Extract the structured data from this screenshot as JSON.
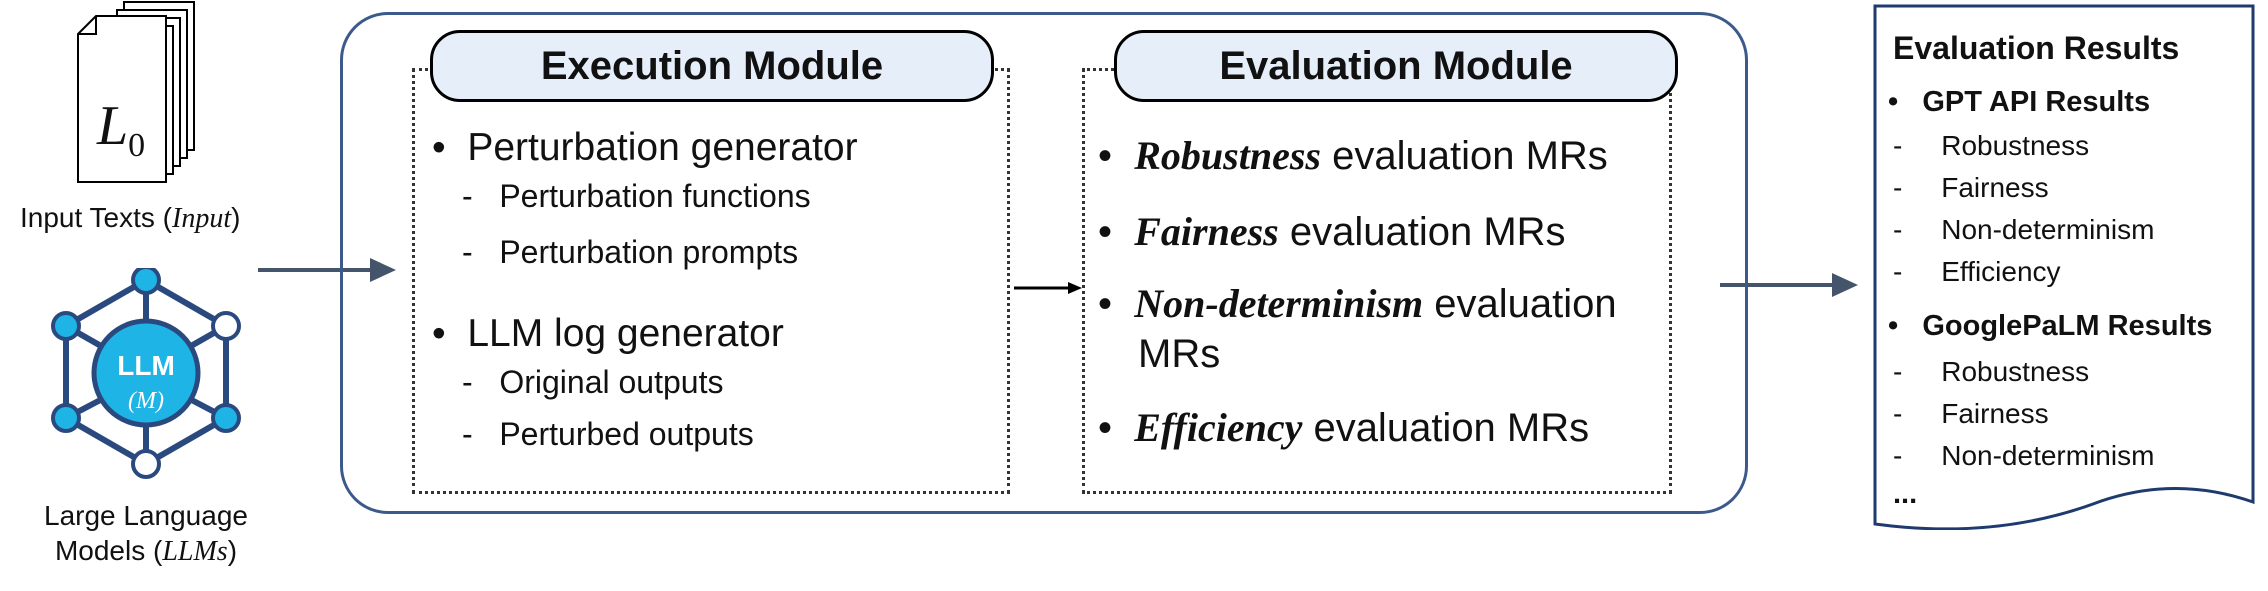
{
  "input": {
    "doc_symbol": "L",
    "doc_subscript": "0",
    "label_text": "Input Texts (",
    "label_var": "Input",
    "label_close": ")"
  },
  "llm": {
    "icon_title": "LLM",
    "icon_var": "M",
    "label_line1": "Large Language",
    "label_line2": "Models (",
    "label_var": "LLMs",
    "label_close": ")"
  },
  "execution": {
    "title": "Execution Module",
    "groups": [
      {
        "label": "Perturbation generator",
        "items": [
          "Perturbation functions",
          "Perturbation prompts"
        ]
      },
      {
        "label": "LLM log generator",
        "items": [
          "Original outputs",
          "Perturbed outputs"
        ]
      }
    ]
  },
  "evaluation": {
    "title": "Evaluation Module",
    "items": [
      {
        "keyword": "Robustness",
        "rest": " evaluation MRs"
      },
      {
        "keyword": "Fairness",
        "rest": " evaluation MRs"
      },
      {
        "keyword": "Non-determinism",
        "rest": " evaluation",
        "rest2": "MRs"
      },
      {
        "keyword": "Efficiency",
        "rest": " evaluation MRs"
      }
    ]
  },
  "results": {
    "title": "Evaluation Results",
    "sections": [
      {
        "heading": "GPT API Results",
        "items": [
          "Robustness",
          "Fairness",
          "Non-determinism",
          "Efficiency"
        ]
      },
      {
        "heading": "GooglePaLM Results",
        "items": [
          "Robustness",
          "Fairness",
          "Non-determinism"
        ]
      }
    ],
    "ellipsis": "..."
  },
  "colors": {
    "frame": "#3b5a8a",
    "arrow": "#44546a",
    "pill_fill": "#e6eff9",
    "llm_node": "#1eb4e6",
    "llm_ring": "#2a4a7f"
  }
}
